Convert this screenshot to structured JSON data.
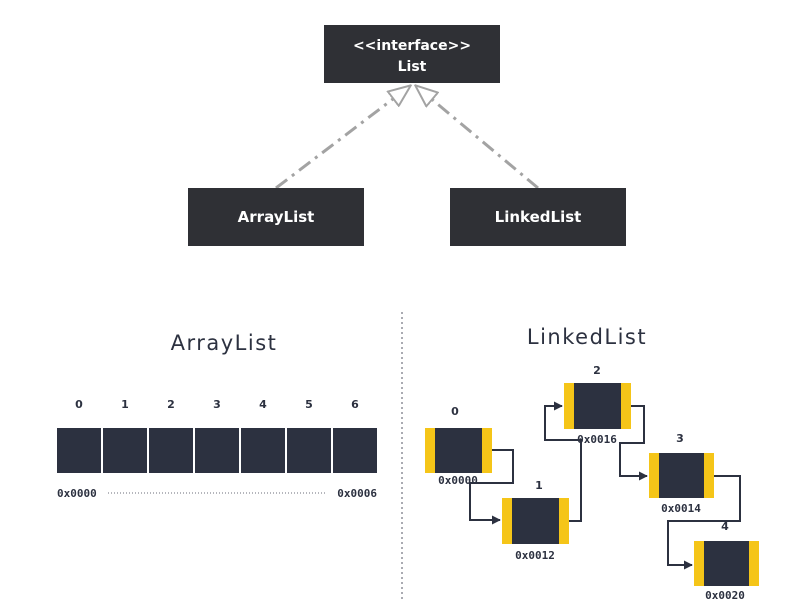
{
  "colors": {
    "box_fill": "#2f3035",
    "cell_fill": "#2c3140",
    "node_accent": "#f5c518",
    "dash_line": "#a3a3a3",
    "link_line": "#2c3140",
    "text_dark": "#2c3140"
  },
  "uml": {
    "interface_stereotype": "<<interface>>",
    "interface_name": "List",
    "arraylist_box": "ArrayList",
    "linkedlist_box": "LinkedList"
  },
  "arraylist_panel": {
    "title": "ArrayList",
    "indices": [
      "0",
      "1",
      "2",
      "3",
      "4",
      "5",
      "6"
    ],
    "start_address": "0x0000",
    "end_address": "0x0006"
  },
  "linkedlist_panel": {
    "title": "LinkedList",
    "nodes": [
      {
        "index": "0",
        "address": "0x0000"
      },
      {
        "index": "1",
        "address": "0x0012"
      },
      {
        "index": "2",
        "address": "0x0016"
      },
      {
        "index": "3",
        "address": "0x0014"
      },
      {
        "index": "4",
        "address": "0x0020"
      }
    ]
  }
}
